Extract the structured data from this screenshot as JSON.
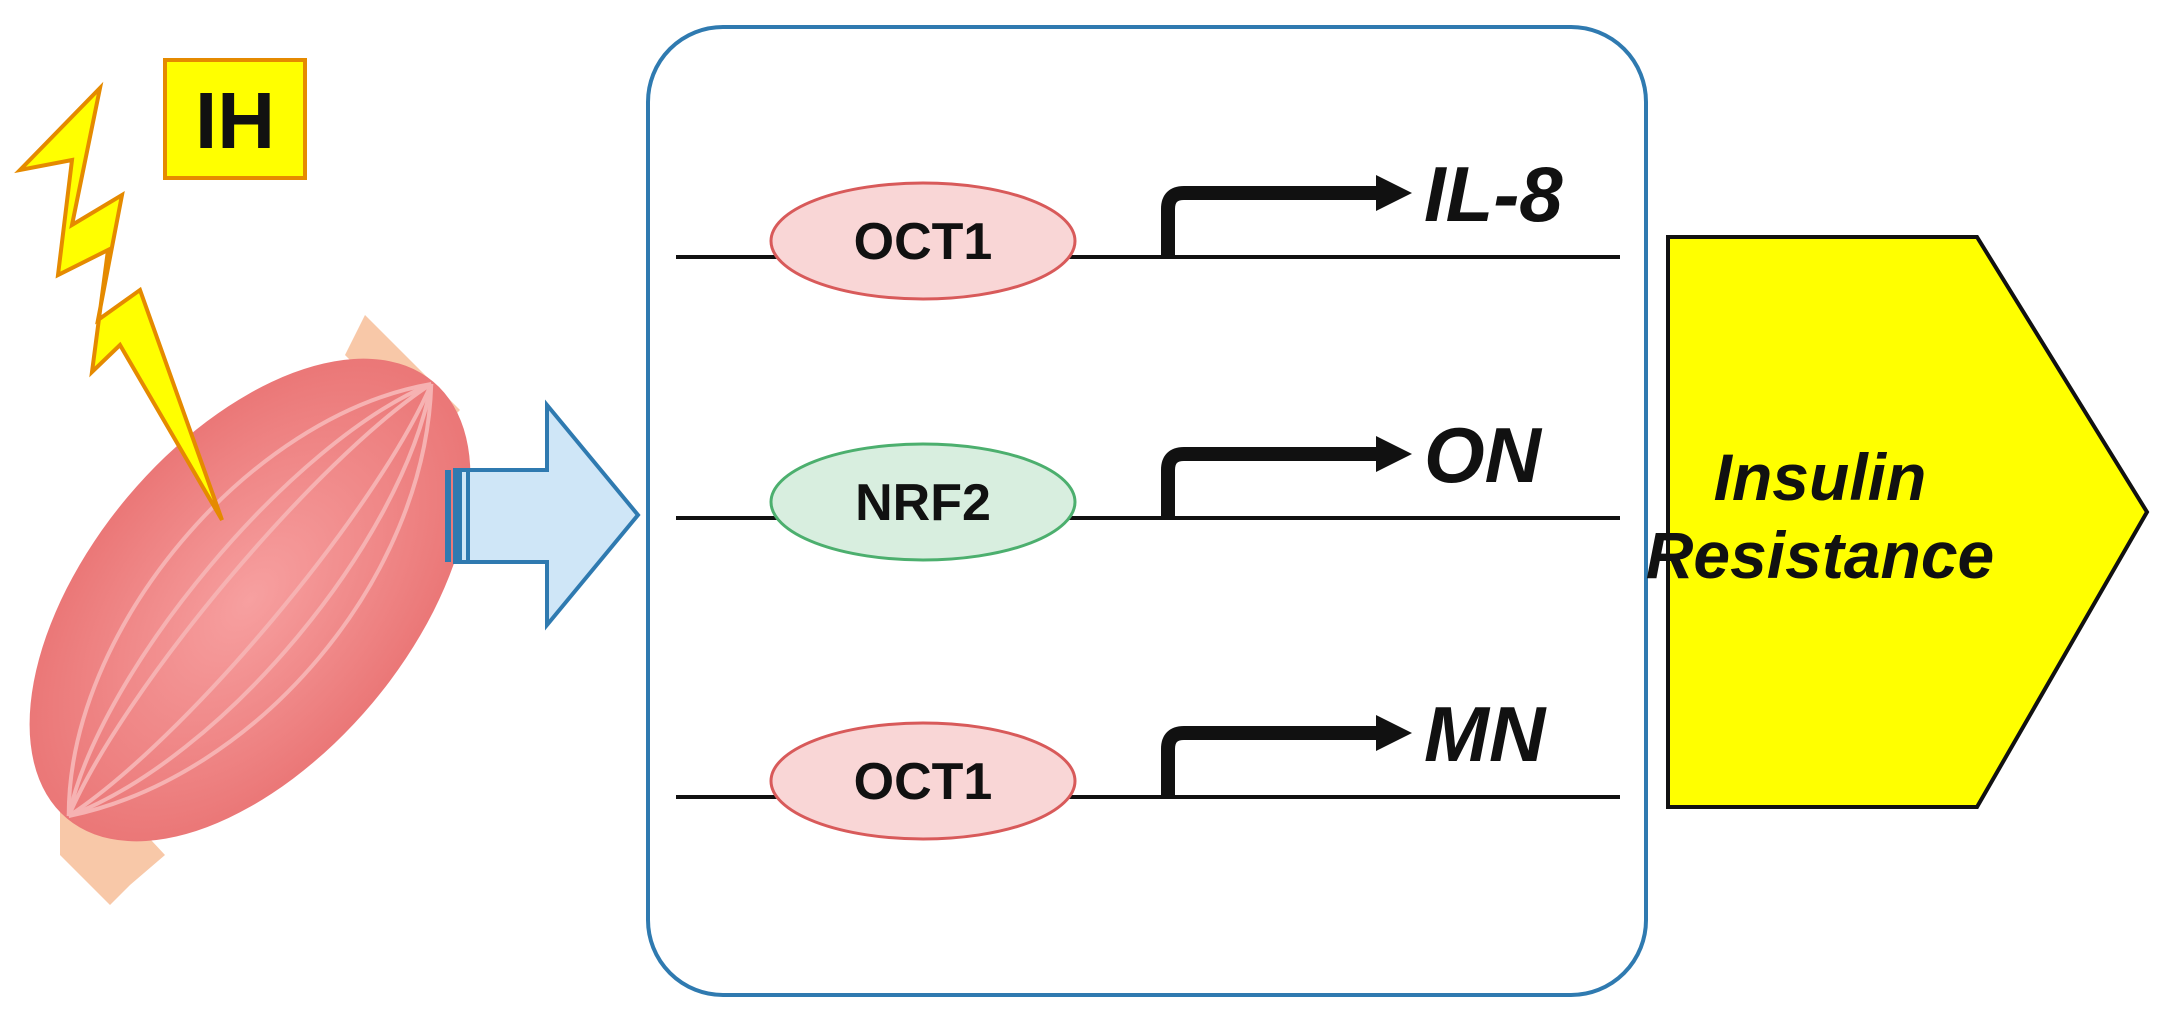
{
  "stimulus": {
    "label": "IH"
  },
  "promoters": [
    {
      "factor": "OCT1",
      "gene": "IL-8",
      "factor_color": "#f9d6d6",
      "factor_stroke": "#d85a5a"
    },
    {
      "factor": "NRF2",
      "gene": "ON",
      "factor_color": "#d8eedf",
      "factor_stroke": "#4caf6e"
    },
    {
      "factor": "OCT1",
      "gene": "MN",
      "factor_color": "#f9d6d6",
      "factor_stroke": "#d85a5a"
    }
  ],
  "outcome": {
    "line1": "Insulin",
    "line2": "Resistance"
  },
  "colors": {
    "panel_border": "#2f7ab0",
    "arrow_fill": "#cfe6f7",
    "arrow_stroke": "#2f7ab0",
    "outcome_fill": "#ffff00",
    "lightning_fill": "#ffff00",
    "lightning_stroke": "#e58a00",
    "muscle_fill": "#f08080",
    "tendon_fill": "#f8c8a8"
  }
}
